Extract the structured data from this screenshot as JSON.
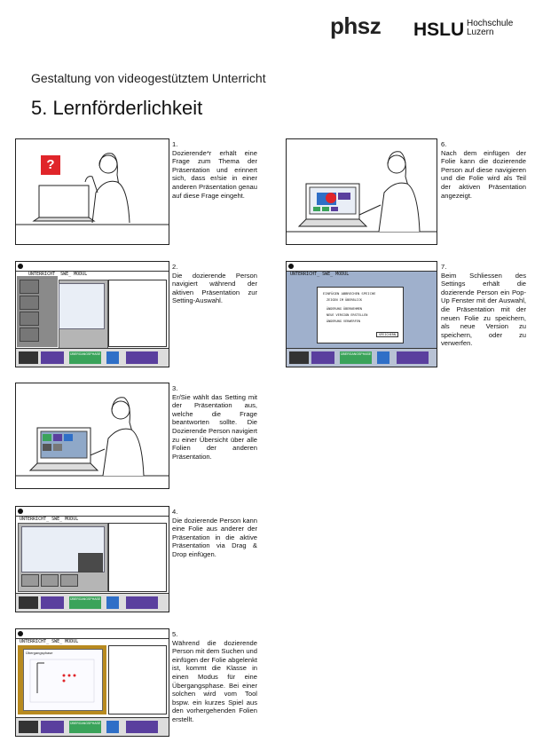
{
  "logos": {
    "phsz": "phsz",
    "hslu": "HSLU",
    "hslu_sub1": "Hochschule",
    "hslu_sub2": "Luzern"
  },
  "header": {
    "subtitle": "Gestaltung von videogestütztem Unterricht",
    "title": "5. Lernförderlichkeit"
  },
  "ui": {
    "breadcrumb": "UNTERRICHT_ SWE_ MODUL",
    "bar_chip_green": "ÜBERGANGSPHASE",
    "popup_title": "EINFÜGEN ABBRECHEN SPEICHE",
    "popup_opt1": "ZEIGEN IM ÜBERBLICK",
    "popup_opt2": "ÄNDERUNG ÜBERNEHMEN",
    "popup_opt3": "NEUE VERSION ERSTELLEN",
    "popup_opt4": "ÄNDERUNG VERWERFEN",
    "popup_button": "SPEICHERN",
    "transition_label": "Übergangsphase",
    "question_mark": "?"
  },
  "steps": [
    {
      "num": "1.",
      "text": "Dozierende*r erhält eine Frage zum Thema der Präsentation und erinnert sich, dass er/sie in einer anderen Präsentation genau auf diese Frage eingeht."
    },
    {
      "num": "2.",
      "text": "Die dozierende Person navigiert während der aktiven Präsentation zur Setting-Auswahl."
    },
    {
      "num": "3.",
      "text": "Er/Sie wählt das Setting mit der Präsentation aus, welche die Frage beantworten sollte. Die Dozierende Person navigiert zu einer Übersicht über alle Folien der anderen Präsentation."
    },
    {
      "num": "4.",
      "text": "Die dozierende Person kann eine Folie aus anderer der Präsentation in die aktive Präsentation via Drag & Drop einfügen."
    },
    {
      "num": "5.",
      "text": "Während die dozierende Person mit dem Suchen und einfügen der Folie abgelenkt ist, kommt die Klasse in einen Modus für eine Übergangsphase. Bei einer solchen wird vom Tool bspw. ein kurzes Spiel aus den vorhergehenden Folien erstellt."
    },
    {
      "num": "6.",
      "text": "Nach dem einfügen der Folie kann die dozierende Person auf diese navigieren und die Folie wird als Teil der aktiven Präsentation angezeigt."
    },
    {
      "num": "7.",
      "text": "Beim Schliessen des Settings erhält die dozierende Person ein Pop-Up Fenster mit der Auswahl, die Präsentation mit der neuen Folie zu speichern, als neue Version zu speichern, oder zu verwerfen."
    }
  ],
  "colors": {
    "green": "#3aa35a",
    "purple": "#5a3f9e",
    "blue": "#2f6fc7",
    "dark": "#333333",
    "red": "#e0252a",
    "gold": "#b88a1f"
  }
}
